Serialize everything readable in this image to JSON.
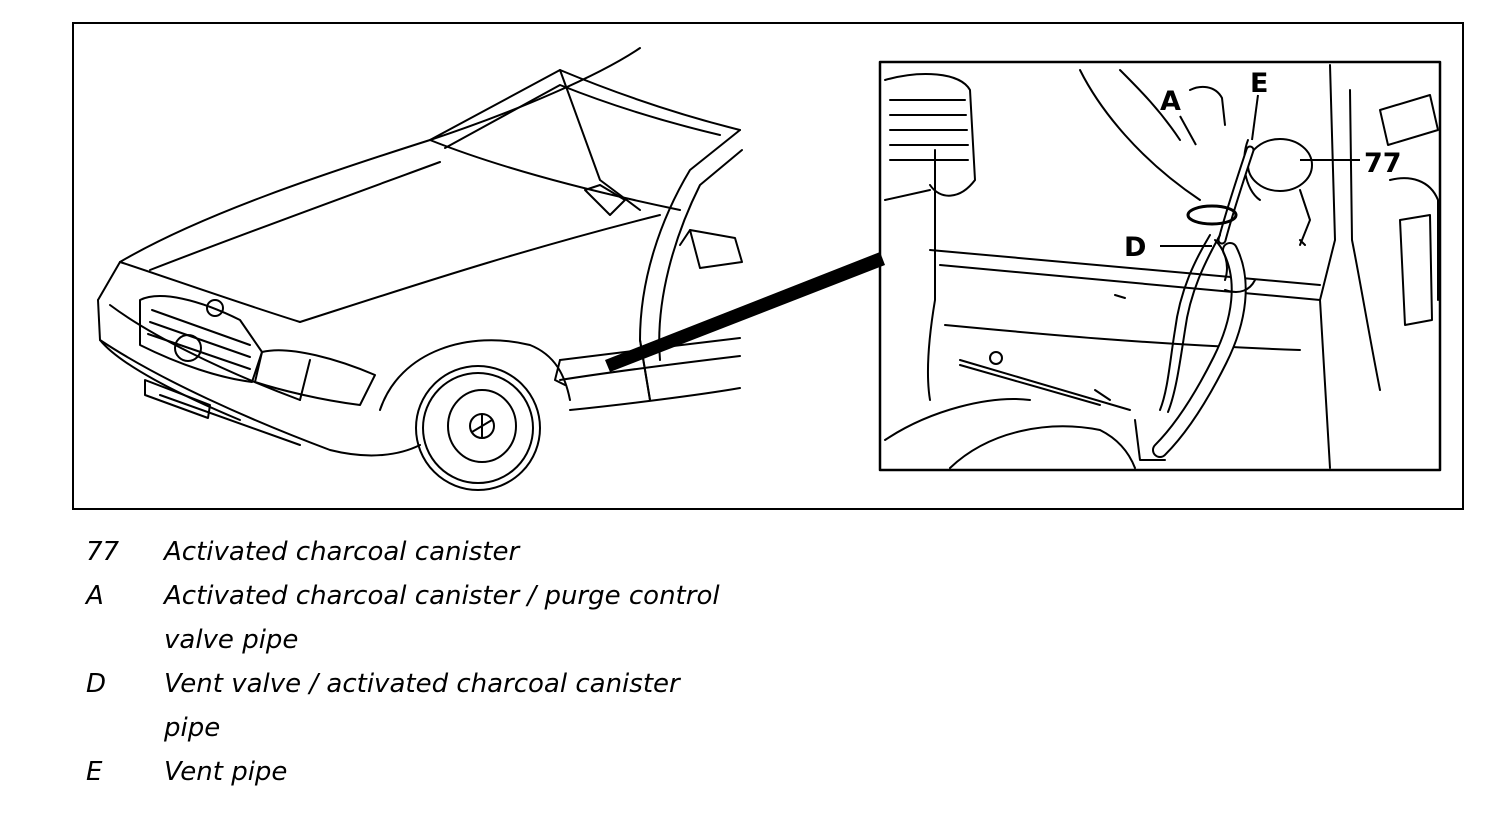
{
  "figure": {
    "callouts": {
      "a": "A",
      "e": "E",
      "d": "D",
      "c77": "77"
    }
  },
  "legend": [
    {
      "key": "77",
      "text": "Activated charcoal canister"
    },
    {
      "key": "A",
      "text": "Activated charcoal canister / purge control valve pipe"
    },
    {
      "key": "D",
      "text": "Vent valve / activated charcoal canister pipe"
    },
    {
      "key": "E",
      "text": "Vent pipe"
    }
  ]
}
